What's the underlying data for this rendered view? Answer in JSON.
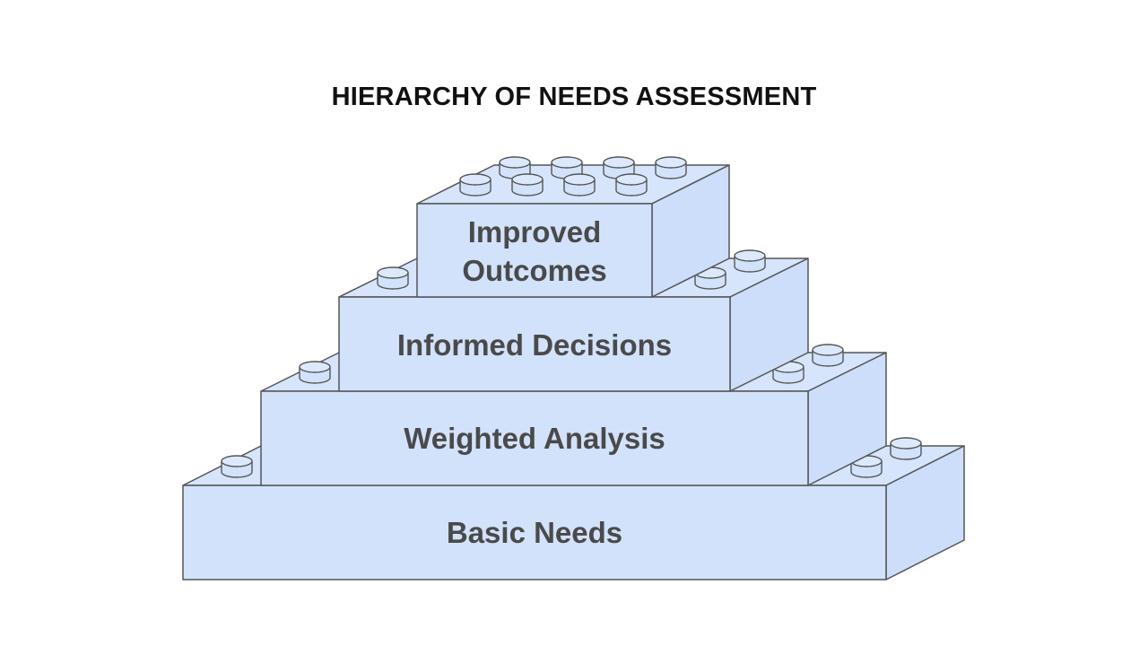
{
  "title": "HIERARCHY OF NEEDS ASSESSMENT",
  "levels": [
    {
      "label_lines": [
        "Improved",
        "Outcomes"
      ]
    },
    {
      "label_lines": [
        "Informed Decisions"
      ]
    },
    {
      "label_lines": [
        "Weighted Analysis"
      ]
    },
    {
      "label_lines": [
        "Basic Needs"
      ]
    }
  ],
  "colors": {
    "brick_fill": "#d2e2fb",
    "outline": "#555555",
    "label_text": "#4a4a4a",
    "title_text": "#111111"
  }
}
